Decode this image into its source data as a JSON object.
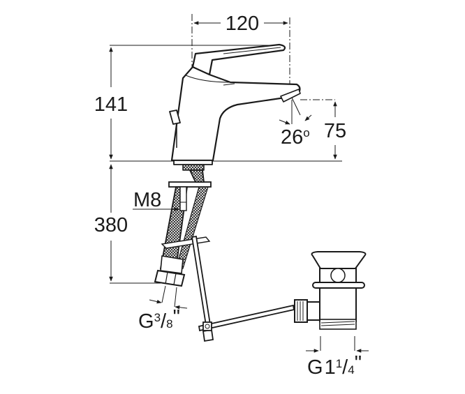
{
  "drawing": {
    "subject": "Single-lever basin mixer with pop-up waste — dimensional drawing",
    "stroke_color": "#1a1a1a",
    "background": "#ffffff",
    "dimensions": {
      "spout_reach": {
        "value": "120",
        "unit": "mm"
      },
      "overall_height": {
        "value": "141",
        "unit": "mm"
      },
      "spout_outlet_height": {
        "value": "75",
        "unit": "mm"
      },
      "outlet_angle": {
        "value": "26",
        "unit": "°",
        "label": "26º"
      },
      "hose_length": {
        "value": "380",
        "unit": "mm"
      },
      "fixing_stud": {
        "label": "M8"
      },
      "hose_connection": {
        "prefix": "G",
        "num": "3",
        "slash": "/",
        "den": "8",
        "quote": "\""
      },
      "waste_thread": {
        "prefix": "G",
        "whole": "1",
        "num": "1",
        "slash": "/",
        "den": "4",
        "quote": "\""
      }
    },
    "components": [
      "lever-handle",
      "mixer-body",
      "spout-aerator",
      "pop-up-control-knob",
      "mounting-washer",
      "braided-flexible-hose",
      "hose-nut",
      "pop-up-rod-linkage",
      "pop-up-waste-valve"
    ]
  }
}
